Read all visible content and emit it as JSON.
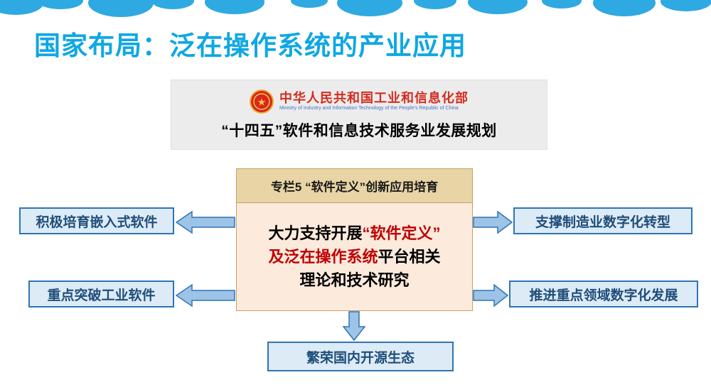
{
  "title": "国家布局：泛在操作系统的产业应用",
  "ministry": {
    "name": "中华人民共和国工业和信息化部",
    "name_en": "Ministry of Industry and Information Technology of the People's Republic of China",
    "plan_title": "“十四五”软件和信息技术服务业发展规划"
  },
  "center_box": {
    "header": "专栏5 “软件定义”创新应用培育",
    "body": {
      "part1_black": "大力支持开展",
      "part2_red": "“软件定义”",
      "part3_red": "及泛在操作系统",
      "part4_black": "平台相关",
      "part5_black": "理论和技术研究"
    }
  },
  "side_boxes": {
    "left_top": "积极培育嵌入式软件",
    "left_bottom": "重点突破工业软件",
    "right_top": "支撑制造业数字化转型",
    "right_bottom": "推进重点领域数字化发展",
    "bottom": "繁荣国内开源生态"
  },
  "icons": {
    "clouds": "cloud-band-decoration",
    "emblem": "china-national-emblem"
  },
  "colors": {
    "title_blue": "#0FA7E4",
    "cloud_blue": "#2EA9E1",
    "flow_box_fill": "#DDEBF7",
    "flow_box_border": "#2E75B6",
    "flow_box_text": "#1F4E79",
    "arrow_fill": "#9DC3E6",
    "arrow_border": "#2E75B6",
    "center_header_bg": "#E8D4A4",
    "center_body_bg": "#FCEADC",
    "center_border": "#C9A063",
    "emphasis_red": "#C00000",
    "ministry_red": "#D42B1E",
    "ministry_box_bg": "#ECECEC"
  }
}
